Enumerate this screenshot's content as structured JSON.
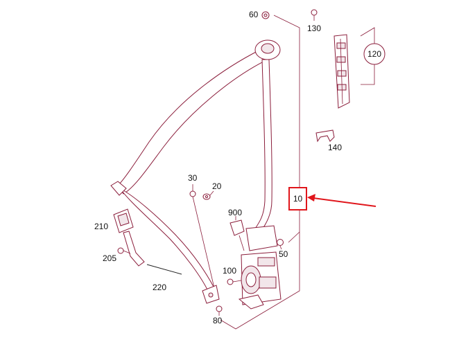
{
  "callouts": {
    "p60": "60",
    "p130": "130",
    "p120": "120",
    "p140": "140",
    "p30": "30",
    "p20": "20",
    "p10": "10",
    "p900": "900",
    "p210": "210",
    "p205": "205",
    "p50": "50",
    "p100": "100",
    "p220": "220",
    "p80": "80"
  },
  "colors": {
    "line_art": "#8a1c3a",
    "highlight": "#e0151b",
    "text": "#111111"
  }
}
